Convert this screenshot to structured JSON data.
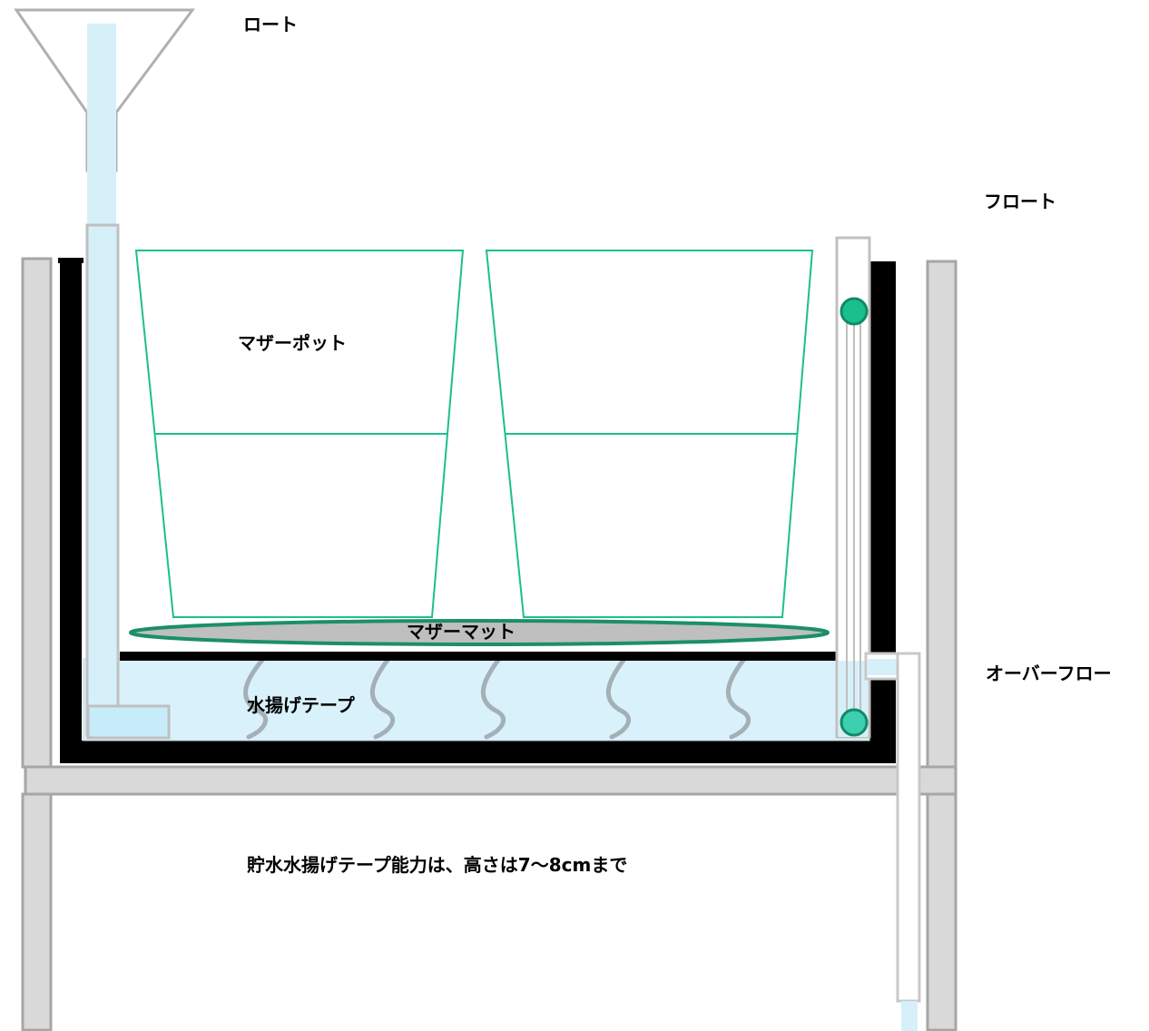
{
  "labels": {
    "funnel": "ロート",
    "float": "フロート",
    "mother_pot": "マザーポット",
    "mother_mat": "マザーマット",
    "wicking_tape": "水揚げテープ",
    "overflow": "オーバーフロー",
    "note": "貯水水揚げテープ能力は、高さは7～8cmまで"
  },
  "colors": {
    "frame_fill": "#d9d9d9",
    "frame_stroke": "#a6a6a6",
    "tray_wall": "#000000",
    "water": "#d9f1fb",
    "pipe_water": "#d6f0fa",
    "pot_outline": "#1dbf8f",
    "mat_fill": "#bfbfbf",
    "mat_stroke": "#1b8f6a",
    "float_ball": "#19c08e",
    "tape": "#a3b0b5"
  },
  "icons": [
    "funnel-icon",
    "float-ball-icon"
  ]
}
